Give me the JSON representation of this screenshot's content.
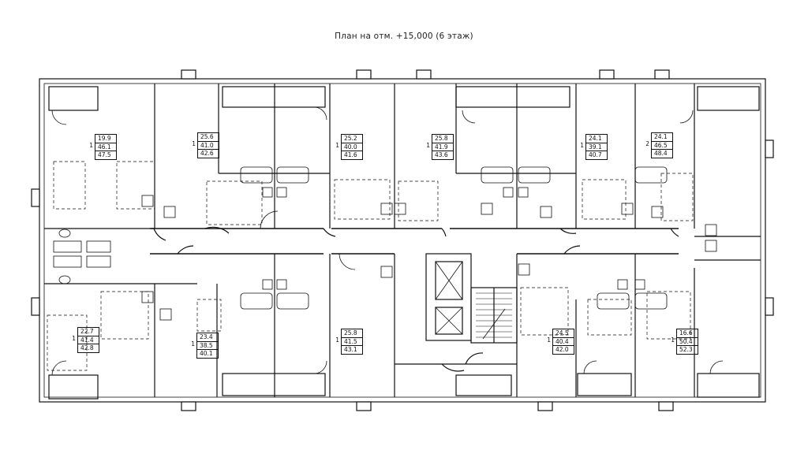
{
  "title": "План на отм. +15,000 (6 этаж)",
  "apartments": [
    {
      "id": "a1",
      "rooms": "1",
      "living": "19.9",
      "area": "46.1",
      "total": "47.5"
    },
    {
      "id": "a2",
      "rooms": "1",
      "living": "25.6",
      "area": "41.0",
      "total": "42.6"
    },
    {
      "id": "a3",
      "rooms": "1",
      "living": "25.2",
      "area": "40.0",
      "total": "41.6"
    },
    {
      "id": "a4",
      "rooms": "1",
      "living": "25.8",
      "area": "41.9",
      "total": "43.6"
    },
    {
      "id": "a5",
      "rooms": "1",
      "living": "24.1",
      "area": "39.1",
      "total": "40.7"
    },
    {
      "id": "a6",
      "rooms": "2",
      "living": "24.1",
      "area": "46.5",
      "total": "48.4"
    },
    {
      "id": "a7",
      "rooms": "1",
      "living": "22.7",
      "area": "41.4",
      "total": "42.8"
    },
    {
      "id": "a8",
      "rooms": "1",
      "living": "23.4",
      "area": "38.5",
      "total": "40.1"
    },
    {
      "id": "a9",
      "rooms": "1",
      "living": "25.8",
      "area": "41.5",
      "total": "43.1"
    },
    {
      "id": "a10",
      "rooms": "1",
      "living": "24.5",
      "area": "40.4",
      "total": "42.0"
    },
    {
      "id": "a11",
      "rooms": "1",
      "living": "16.6",
      "area": "50.4",
      "total": "52.3"
    }
  ]
}
